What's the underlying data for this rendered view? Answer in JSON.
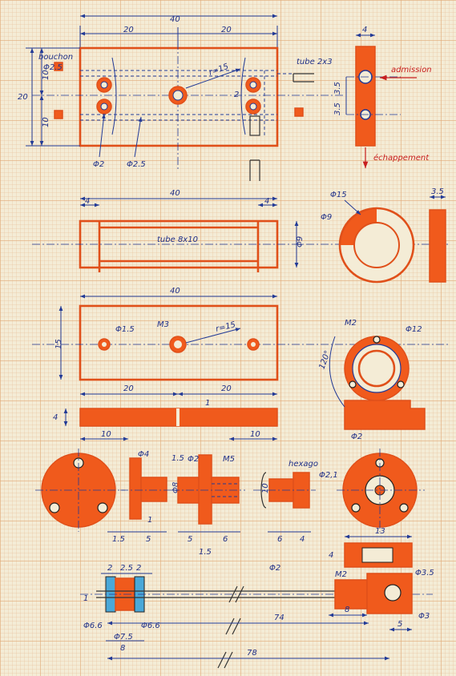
{
  "palette": {
    "paper": "#f4ecd6",
    "grid": "#e2aa78",
    "part": "#f05a1c",
    "dimension": "#223a96",
    "note": "#c81e1e"
  },
  "view1": {
    "w_total": "40",
    "w_left": "20",
    "w_right": "20",
    "h_total": "20",
    "h_top": "10",
    "h_bottom": "10",
    "label_plug": "bouchon",
    "label_plug_dia": "Φ2.5",
    "label_radius": "r=15",
    "label_tube": "tube 2x3",
    "label_2": "2",
    "label_hole_dia": "Φ2",
    "label_hole_dia2": "Φ2.5"
  },
  "side1": {
    "width": "4",
    "h1": "3.5",
    "h2": "3.5",
    "inlet": "admission",
    "exhaust": "échappement"
  },
  "view2": {
    "width": "40",
    "end_left": "4",
    "end_right": "4",
    "label": "tube 8x10",
    "dia": "Φ9"
  },
  "ring": {
    "outer": "Φ15",
    "inner": "Φ9",
    "thickness": "3.5"
  },
  "view3": {
    "width": "40",
    "height": "15",
    "hole_small": "Φ1.5",
    "thread": "M3",
    "radius": "r=15"
  },
  "flange": {
    "thread": "M2",
    "dia": "Φ12",
    "angle": "120°"
  },
  "strip": {
    "half_left": "20",
    "half_right": "20",
    "end_left": "10",
    "end_right": "10",
    "thickness": "4",
    "gap": "1"
  },
  "row5": {
    "d_phi4": "Φ4",
    "d_1_5a": "1.5",
    "d_phi8": "Φ8",
    "d_1": "1",
    "d_1_5b": "1.5",
    "d_5a": "5",
    "d_phi2": "Φ2",
    "d_m5": "M5",
    "d_5b": "5",
    "d_6": "6",
    "d_1_5c": "1.5",
    "hexagon": "hexago",
    "d_phi2_1": "Φ2,1",
    "d_10": "10",
    "d_6b": "6",
    "d_4": "4",
    "d_phi2_right": "Φ2"
  },
  "row6": {
    "d_2a": "2",
    "d_2_5": "2.5",
    "d_2b": "2",
    "d_1": "1",
    "d_phi6_6a": "Φ6.6",
    "d_phi7_5": "Φ7.5",
    "d_phi6_6b": "Φ6.6",
    "d_8": "8",
    "d_phi2": "Φ2",
    "d_m2": "M2",
    "d_74": "74",
    "d_8b": "8",
    "d_5": "5",
    "d_78": "78",
    "d_13": "13",
    "d_4": "4",
    "d_phi3_5": "Φ3.5",
    "d_phi3": "Φ3"
  }
}
